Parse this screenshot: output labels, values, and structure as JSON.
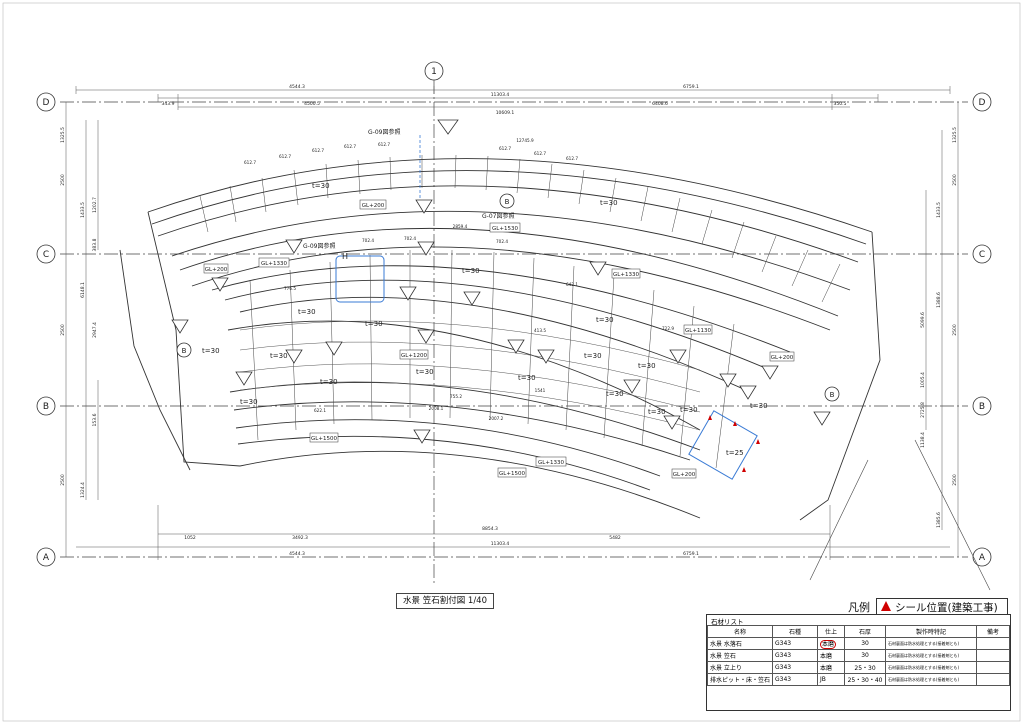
{
  "grid_labels": {
    "top": "1",
    "left": [
      "D",
      "C",
      "B",
      "A"
    ],
    "right": [
      "D",
      "C",
      "B",
      "A"
    ]
  },
  "top_dims": {
    "row1": [
      "4544.3",
      "11303.4",
      "6759.1"
    ],
    "row2": [
      "343.9",
      "4500.5",
      "6408.6",
      "350.5"
    ],
    "row3": "10609.1"
  },
  "bottom_dims": {
    "row1": [
      "1052",
      "3492.3",
      "5482",
      "8854.3"
    ],
    "row2": [
      "4544.3",
      "11303.4",
      "6759.1"
    ]
  },
  "side_dims": {
    "left": [
      "1325.5",
      "2500",
      "1433.5",
      "1202.7",
      "6148.1",
      "2500",
      "2947.4",
      "153.6",
      "2500",
      "1324.4",
      "383.8"
    ],
    "right": [
      "1325.5",
      "2500",
      "1433.5",
      "2500",
      "1388.6",
      "2500",
      "1138.4",
      "1385.6",
      "1005.4",
      "2725.8",
      "5099.6"
    ]
  },
  "references": {
    "g09_top": "G-09図参照",
    "g07": "G-07図参照",
    "g09_mid": "G-09図参照",
    "h_mark": "H"
  },
  "gl_levels": [
    "GL+200",
    "GL+1530",
    "GL+1330",
    "GL+200",
    "GL+1330",
    "GL+1130",
    "GL+1200",
    "GL+200",
    "GL+1500",
    "GL+1330",
    "GL+1500",
    "GL+200"
  ],
  "thickness_labels": [
    "t=30",
    "t=30",
    "t=30",
    "t=30",
    "t=30",
    "t=30",
    "t=30",
    "t=30",
    "t=30",
    "t=30",
    "t=30",
    "t=30",
    "t=30",
    "t=30",
    "t=30",
    "t=30",
    "t=30",
    "t=30",
    "t=25"
  ],
  "section_marks": [
    "B",
    "B",
    "B"
  ],
  "piece_dims_sample": [
    "612.7",
    "612.7",
    "612.7",
    "612.7",
    "612.7",
    "612.7",
    "612.7",
    "612.7",
    "12745.9",
    "702.4",
    "702.4",
    "702.4",
    "2859.4",
    "776.5",
    "622.1",
    "2008.1",
    "2007.2",
    "1541",
    "755.2",
    "642.1",
    "722.9",
    "413.5"
  ],
  "drawing_title": "水景 笠石割付図  1/40",
  "legend": {
    "label": "凡例",
    "item": "シール位置(建築工事)",
    "marker_color": "#d00000"
  },
  "material_table": {
    "caption": "石材リスト",
    "headers": [
      "名称",
      "石種",
      "仕上",
      "石厚",
      "製作時特記",
      "備考"
    ],
    "rows": [
      [
        "水景 水落石",
        "G343",
        "本磨",
        "30",
        "石材裏面は防水処理とする(接着剤とも)",
        ""
      ],
      [
        "水景 笠石",
        "G343",
        "本磨",
        "30",
        "石材裏面は防水処理とする(接着剤とも)",
        ""
      ],
      [
        "水景 立上り",
        "G343",
        "本磨",
        "25・30",
        "石材裏面は防水処理とする(接着剤とも)",
        ""
      ],
      [
        "排水ピット・床・笠石",
        "G343",
        "JB",
        "25・30・40",
        "石材裏面は防水処理とする(接着剤とも)",
        ""
      ]
    ]
  }
}
